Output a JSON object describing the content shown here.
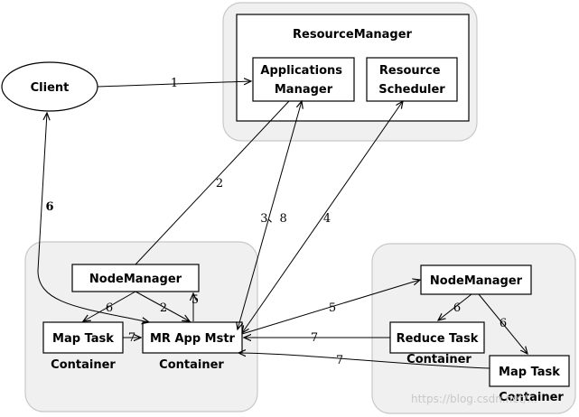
{
  "nodes": {
    "resource_manager": "ResourceManager",
    "applications_manager": [
      "Applications",
      "Manager"
    ],
    "resource_scheduler": [
      "Resource",
      "Scheduler"
    ],
    "client": "Client",
    "node_manager_left": "NodeManager",
    "map_task_left": "Map Task",
    "mr_app_master": "MR App Mstr",
    "container_left_1": "Container",
    "container_left_2": "Container",
    "node_manager_right": "NodeManager",
    "reduce_task": "Reduce Task",
    "container_right_1": "Container",
    "map_task_right": "Map Task",
    "container_right_2": "Container"
  },
  "edge_labels": {
    "client_to_am": "1",
    "nm_to_am": "2",
    "am_to_mr": "3、8",
    "rs_to_mr": "4",
    "mr_to_client": "6",
    "nm_to_maptask": "6",
    "nm_to_mr": "2",
    "mr_to_nm": "5",
    "maptask_to_mr": "7",
    "mr_to_nm_right": "5",
    "nm_right_to_reduce": "6",
    "nm_right_to_maptask": "6",
    "reduce_to_mr": "7",
    "maptask_right_to_mr": "7"
  },
  "watermark": "https://blog.csdn.net/..."
}
